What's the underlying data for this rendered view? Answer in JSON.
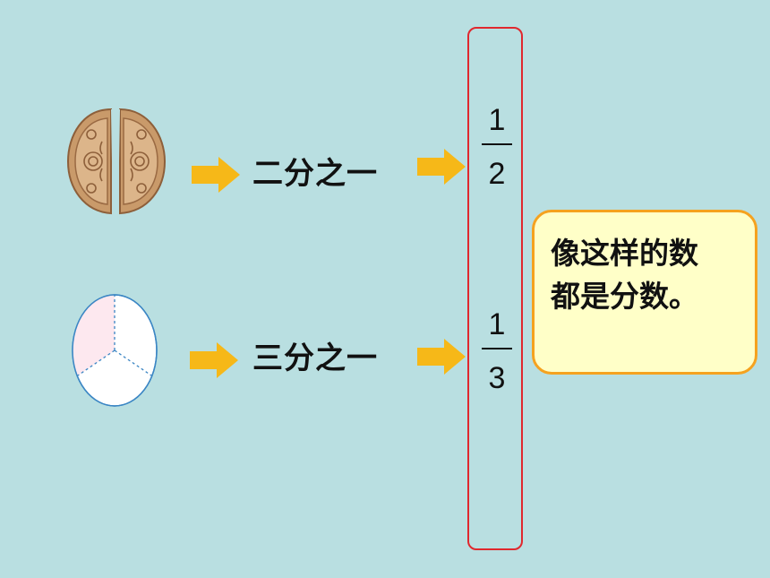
{
  "row1": {
    "label": "二分之一",
    "fraction": {
      "numerator": "1",
      "denominator": "2"
    }
  },
  "row2": {
    "label": "三分之一",
    "fraction": {
      "numerator": "1",
      "denominator": "3"
    }
  },
  "note": {
    "line1": "像这样的数",
    "line2": "都是分数。"
  },
  "colors": {
    "background": "#b9dfe1",
    "arrow": "#f6b818",
    "frame": "#e0282e",
    "note_fill": "#ffffc8",
    "note_border": "#f5a21f",
    "shaded_part": "#fde8ef"
  }
}
